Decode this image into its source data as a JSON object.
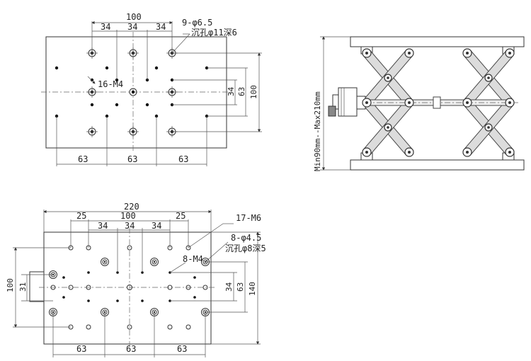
{
  "top_view": {
    "dims_top": {
      "overall": "100",
      "p1": "34",
      "p2": "34",
      "p3": "34"
    },
    "dims_bottom": {
      "b1": "63",
      "b2": "63",
      "b3": "63"
    },
    "dims_right": {
      "d34": "34",
      "d63": "63",
      "d100": "100"
    },
    "notes": {
      "holes": "9-φ6.5",
      "counterbore": "沉孔φ11深6",
      "thread": "16-M4"
    }
  },
  "side_view": {
    "height_range": "Min90mm--Max210mm"
  },
  "bottom_view": {
    "dims_top": {
      "overall": "220",
      "left": "25",
      "mid": "100",
      "right": "25",
      "p1": "34",
      "p2": "34",
      "p3": "34"
    },
    "dims_bottom": {
      "b1": "63",
      "b2": "63",
      "b3": "63"
    },
    "dims_left": {
      "d100": "100",
      "d31": "31"
    },
    "dims_right": {
      "d34": "34",
      "d63": "63",
      "d140": "140"
    },
    "notes": {
      "m6": "17-M6",
      "holes": "8-φ4.5",
      "counterbore": "沉孔φ8深5",
      "m4": "8-M4"
    }
  },
  "colors": {
    "line": "#333333",
    "link_fill": "#d9d9d9",
    "background": "#ffffff"
  }
}
